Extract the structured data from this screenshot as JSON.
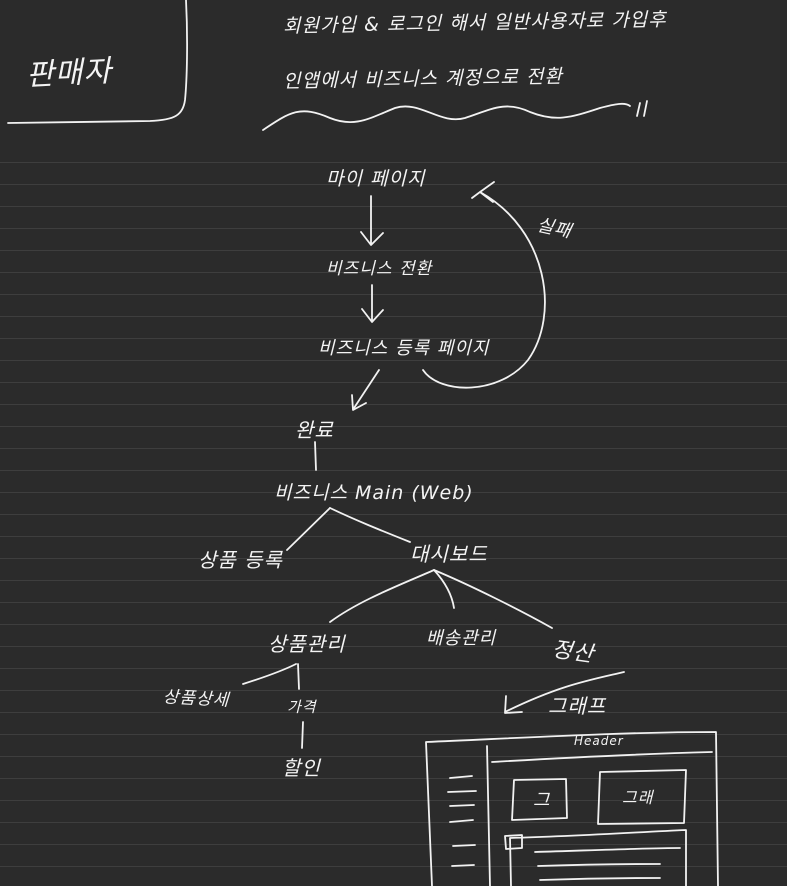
{
  "colors": {
    "background": "#2b2b2b",
    "ink": "#f4f4f4",
    "rule_line": "#3e3e3e"
  },
  "header": {
    "role_title": "판매자",
    "note_line1": "회원가입 & 로그인 해서 일반사용자로 가입후",
    "note_line2": "인앱에서 비즈니스 계정으로 전환",
    "note_end_mark": "//"
  },
  "flow": {
    "my_page": "마이 페이지",
    "business_switch": "비즈니스 전환",
    "business_register": "비즈니스 등록 페이지",
    "fail_label": "실패",
    "complete": "완료",
    "business_main": "비즈니스 Main (Web)",
    "product_register": "상품 등록",
    "dashboard": "대시보드",
    "product_manage": "상품관리",
    "delivery_manage": "배송관리",
    "settlement": "정산",
    "product_detail": "상품상세",
    "price": "가격",
    "discount": "할인",
    "graph": "그래프",
    "sketch_header": "Header",
    "sketch_box1": "그",
    "sketch_box2": "그래"
  }
}
